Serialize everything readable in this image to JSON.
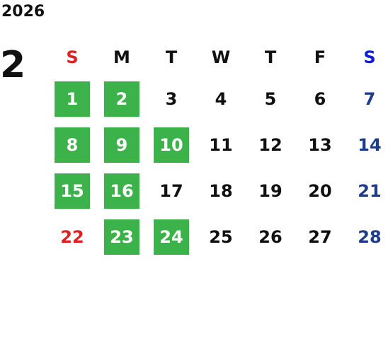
{
  "calendar": {
    "year": "2026",
    "month": "2",
    "weekdays": [
      "S",
      "M",
      "T",
      "W",
      "T",
      "F",
      "S"
    ],
    "weeks": [
      [
        {
          "d": "1",
          "hl": true
        },
        {
          "d": "2",
          "hl": true
        },
        {
          "d": "3",
          "hl": false
        },
        {
          "d": "4",
          "hl": false
        },
        {
          "d": "5",
          "hl": false
        },
        {
          "d": "6",
          "hl": false
        },
        {
          "d": "7",
          "hl": false
        }
      ],
      [
        {
          "d": "8",
          "hl": true
        },
        {
          "d": "9",
          "hl": true
        },
        {
          "d": "10",
          "hl": true
        },
        {
          "d": "11",
          "hl": false
        },
        {
          "d": "12",
          "hl": false
        },
        {
          "d": "13",
          "hl": false
        },
        {
          "d": "14",
          "hl": false
        }
      ],
      [
        {
          "d": "15",
          "hl": true
        },
        {
          "d": "16",
          "hl": true
        },
        {
          "d": "17",
          "hl": false
        },
        {
          "d": "18",
          "hl": false
        },
        {
          "d": "19",
          "hl": false
        },
        {
          "d": "20",
          "hl": false
        },
        {
          "d": "21",
          "hl": false
        }
      ],
      [
        {
          "d": "22",
          "hl": false
        },
        {
          "d": "23",
          "hl": true
        },
        {
          "d": "24",
          "hl": true
        },
        {
          "d": "25",
          "hl": false
        },
        {
          "d": "26",
          "hl": false
        },
        {
          "d": "27",
          "hl": false
        },
        {
          "d": "28",
          "hl": false
        }
      ]
    ]
  },
  "colors": {
    "highlight": "#3bb34a",
    "sunday": "#e02020",
    "saturday": "#1e3c8c",
    "saturday_header": "#1020d0",
    "text": "#111111"
  }
}
